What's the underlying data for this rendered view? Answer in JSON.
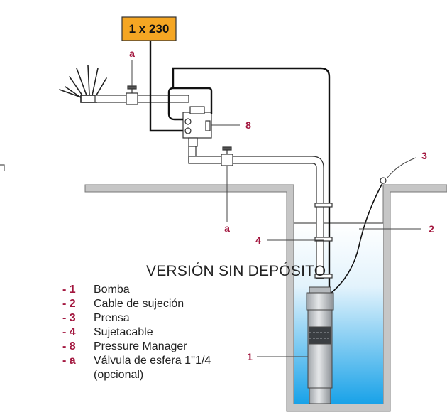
{
  "power_label": "1 x 230",
  "callouts": {
    "valve_top": "a",
    "valve_bottom": "a",
    "pressure_manager": "8",
    "press": "3",
    "support_cable": "2",
    "cable_holder": "4",
    "pump": "1"
  },
  "legend": {
    "title": "VERSIÓN SIN DEPÓSITO",
    "items": [
      {
        "key": "- 1",
        "label": "Bomba"
      },
      {
        "key": "- 2",
        "label": "Cable de sujeción"
      },
      {
        "key": "- 3",
        "label": "Prensa"
      },
      {
        "key": "- 4",
        "label": "Sujetacable"
      },
      {
        "key": "- 8",
        "label": "Pressure Manager"
      },
      {
        "key": "- a",
        "label": "Válvula de esfera 1''1/4\n(opcional)"
      }
    ]
  },
  "colors": {
    "accent": "#a3173f",
    "power_box": "#f5a623",
    "water_top": "#ffffff",
    "water_bottom": "#1aa3e8",
    "ground": "#c4c4c4"
  }
}
